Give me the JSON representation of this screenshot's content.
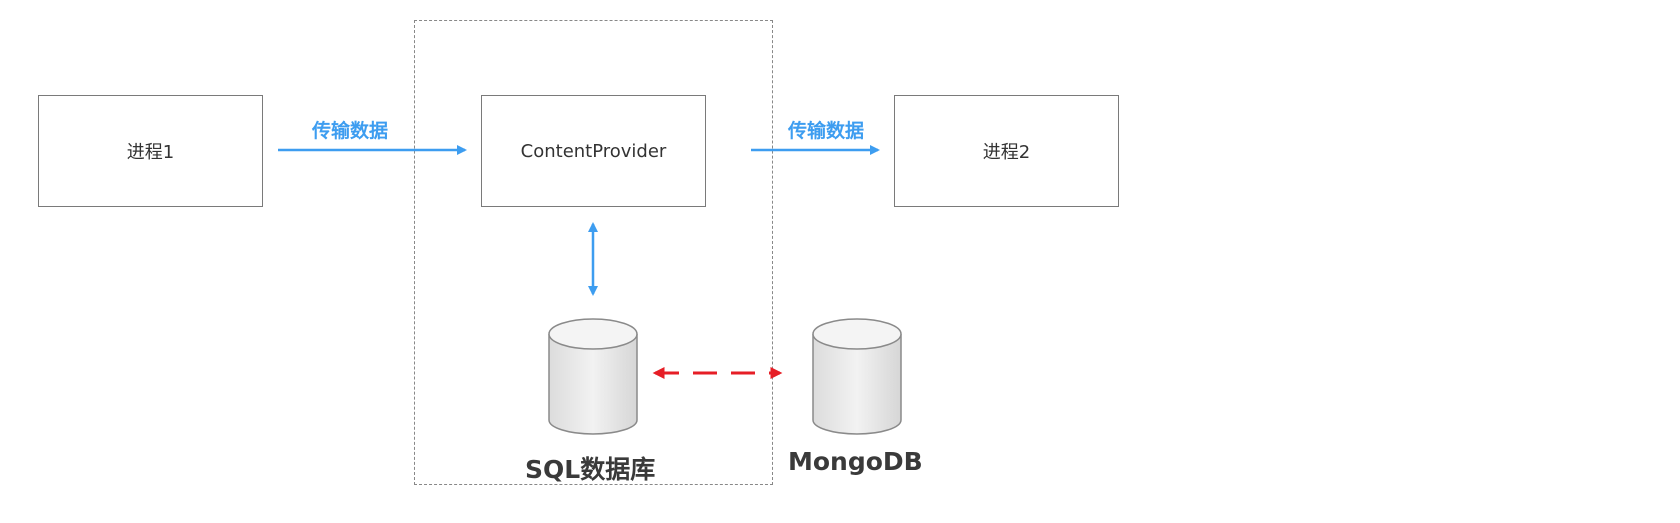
{
  "diagram": {
    "process1": {
      "label": "进程1"
    },
    "process2": {
      "label": "进程2"
    },
    "content_provider": {
      "label": "ContentProvider"
    },
    "flow_left": {
      "label": "传输数据"
    },
    "flow_right": {
      "label": "传输数据"
    },
    "sql_db": {
      "label": "SQL数据库"
    },
    "mongo_db": {
      "label": "MongoDB"
    }
  },
  "colors": {
    "flow_arrow": "#3d9df0",
    "swap_arrow": "#e61e26",
    "box_border": "#7a7a7a",
    "frame_border": "#888888",
    "db_fill": "#ebebeb"
  }
}
